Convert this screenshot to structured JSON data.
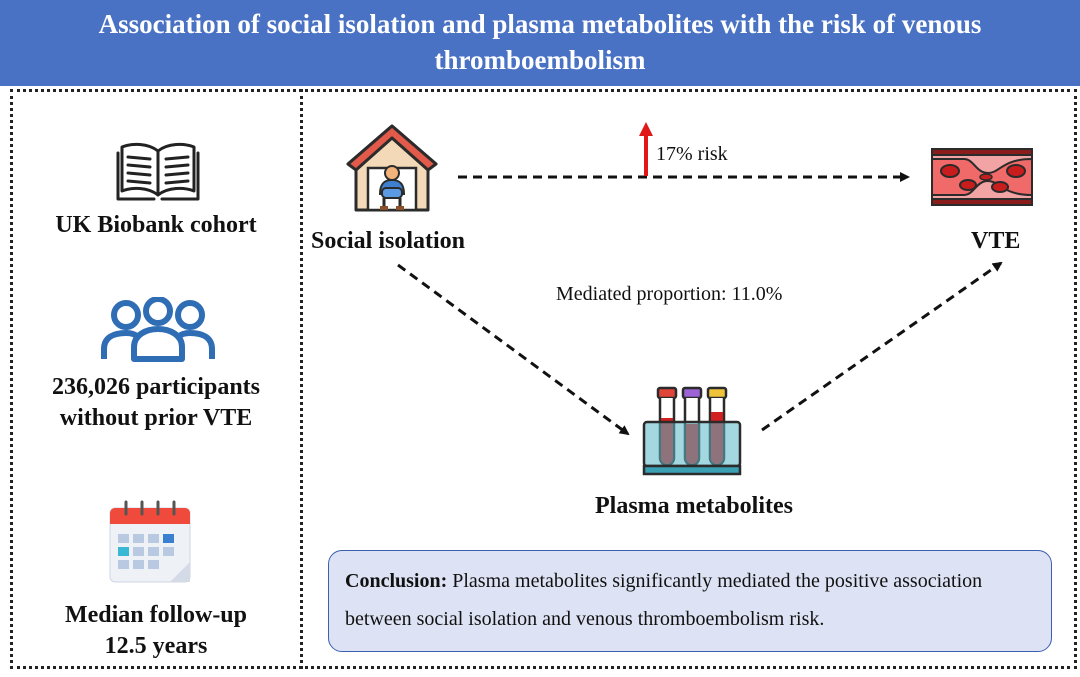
{
  "header": {
    "title_line1": "Association of social isolation and plasma metabolites with the risk of venous",
    "title_line2": "thromboembolism",
    "background": "#4a72c4"
  },
  "study": {
    "cohort": "UK Biobank cohort",
    "participants_line1": "236,026 participants",
    "participants_line2": "without prior VTE",
    "followup_line1": "Median follow-up",
    "followup_line2": "12.5 years"
  },
  "diagram": {
    "exposure": "Social isolation",
    "outcome": "VTE",
    "mediator": "Plasma metabolites",
    "risk_label": "17% risk",
    "mediated_label": "Mediated proportion: 11.0%"
  },
  "conclusion": {
    "heading": "Conclusion:",
    "text": " Plasma metabolites significantly mediated the positive association between social isolation and venous thromboembolism risk."
  },
  "icons": {
    "book": "open-book-icon",
    "people": "people-group-icon",
    "calendar": "calendar-icon",
    "house": "house-person-icon",
    "vessel": "blood-vessel-icon",
    "tubes": "test-tubes-icon",
    "up_arrow": "up-arrow-icon"
  },
  "colors": {
    "accent_blue": "#2f6db5",
    "arrow_red": "#e01818",
    "conclusion_bg": "#dde3f4"
  }
}
